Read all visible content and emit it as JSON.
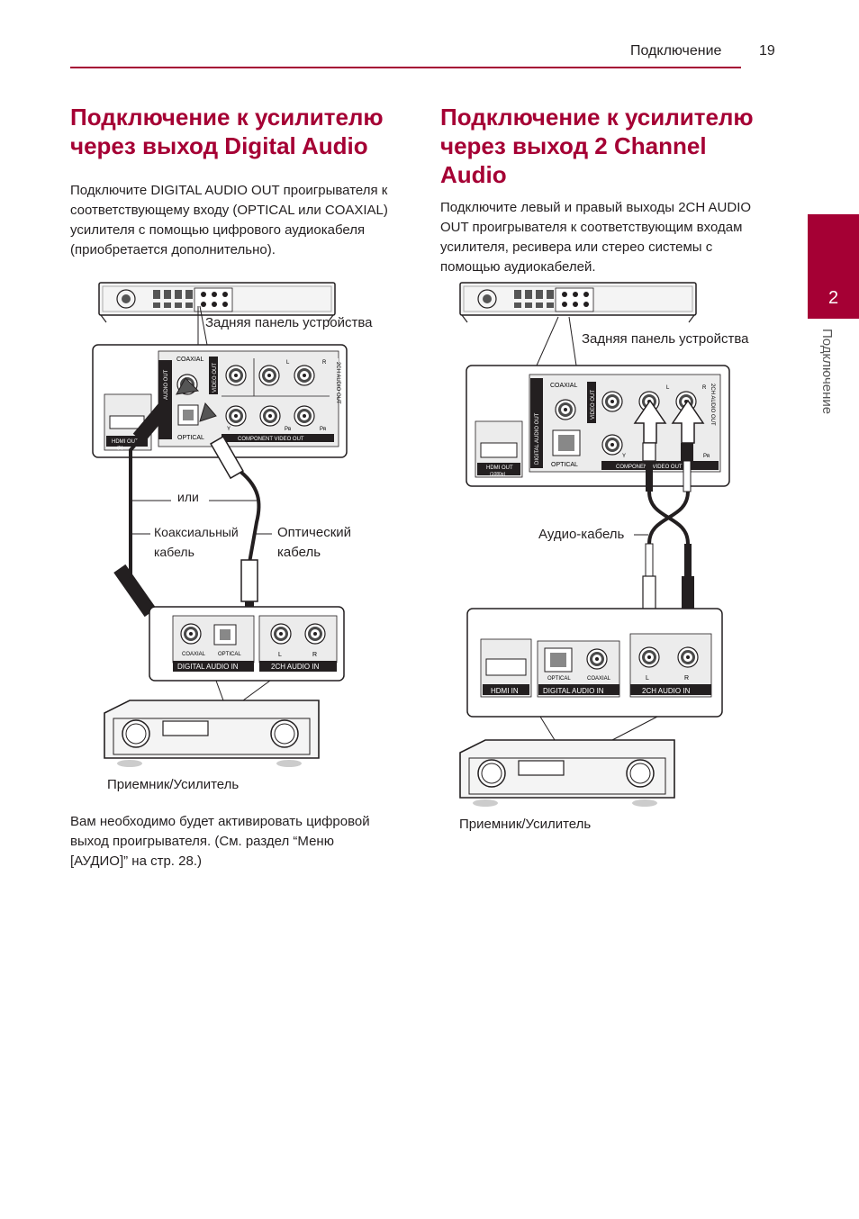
{
  "header": {
    "section": "Подключение",
    "page": "19"
  },
  "side_tab": {
    "number": "2",
    "label": "Подключение"
  },
  "left": {
    "title": [
      "Подключение к усилителю",
      "через выход Digital Audio"
    ],
    "intro": [
      "Подключите DIGITAL AUDIO OUT проигрывателя к",
      "соответствующему входу (OPTICAL или COAXIAL)",
      "усилителя с помощью цифрового аудиокабеля",
      "(приобретается дополнительно)."
    ],
    "labels": {
      "rear_panel": "Задняя панель устройства",
      "or": "или",
      "coaxial_cable": [
        "Коаксиальный",
        "кабель"
      ],
      "optical_cable": [
        "Оптический",
        "кабель"
      ],
      "receiver": "Приемник/Усилитель"
    },
    "note": [
      "Вам необходимо будет активировать цифровой",
      "выход проигрывателя. (См. раздел “Меню",
      "[АУДИО]” на стр. 28.)"
    ]
  },
  "right": {
    "title": [
      "Подключение к усилителю",
      "через выход 2 Channel",
      "Audio"
    ],
    "intro": [
      "Подключите левый и правый выходы 2CH AUDIO",
      "OUT проигрывателя к соответствующим входам",
      "усилителя, ресивера или стерео системы с",
      "помощью аудиокабелей."
    ],
    "labels": {
      "rear_panel": "Задняя панель устройства",
      "audio_cable": "Аудио-кабель",
      "receiver": "Приемник/Усилитель"
    }
  },
  "diagram_text": {
    "coaxial": "COAXIAL",
    "optical": "OPTICAL",
    "audio_out": "AUDIO OUT",
    "digital_audio_out": "DIGITAL AUDIO OUT",
    "video_out": "VIDEO OUT",
    "ch2_audio_out": "2CH AUDIO OUT",
    "component_video_out": "COMPONENT VIDEO OUT",
    "hdmi_out": "HDMI OUT",
    "hdmi_res": "(1080p)",
    "hdmi_res_partial": "(1(",
    "digital_audio_in": "DIGITAL AUDIO IN",
    "ch2_audio_in": "2CH AUDIO IN",
    "hdmi_in": "HDMI IN",
    "L": "L",
    "R": "R",
    "Y": "Y",
    "Pb": "Pʙ",
    "Pr": "Pʀ"
  },
  "colors": {
    "accent": "#a50034",
    "panel": "#ececec",
    "dark": "#231f20"
  }
}
